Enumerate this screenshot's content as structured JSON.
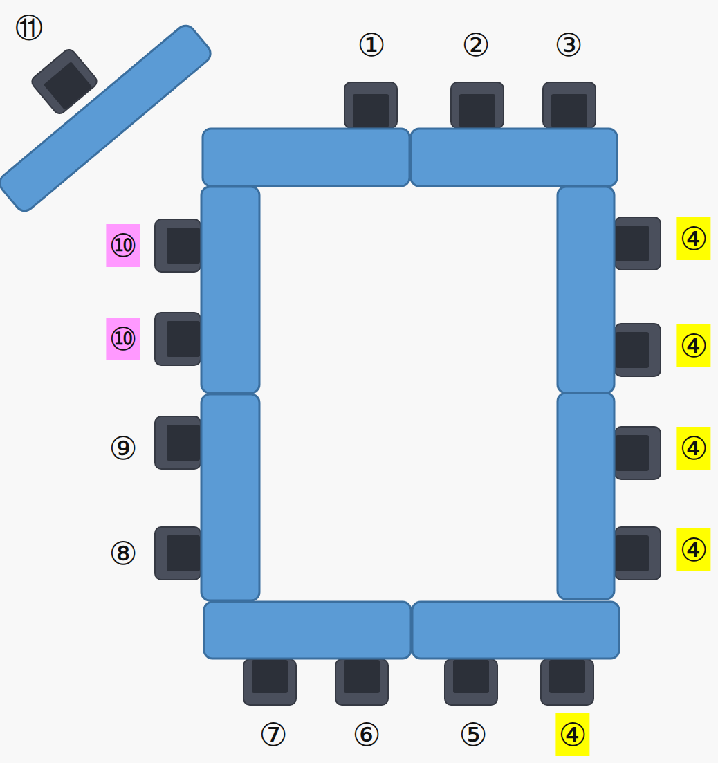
{
  "diagram": {
    "labels": [
      "⑪",
      "①",
      "②",
      "③",
      "⑩",
      "④",
      "⑩",
      "④",
      "⑨",
      "④",
      "⑧",
      "④",
      "⑦",
      "⑥",
      "⑤",
      "④"
    ]
  }
}
